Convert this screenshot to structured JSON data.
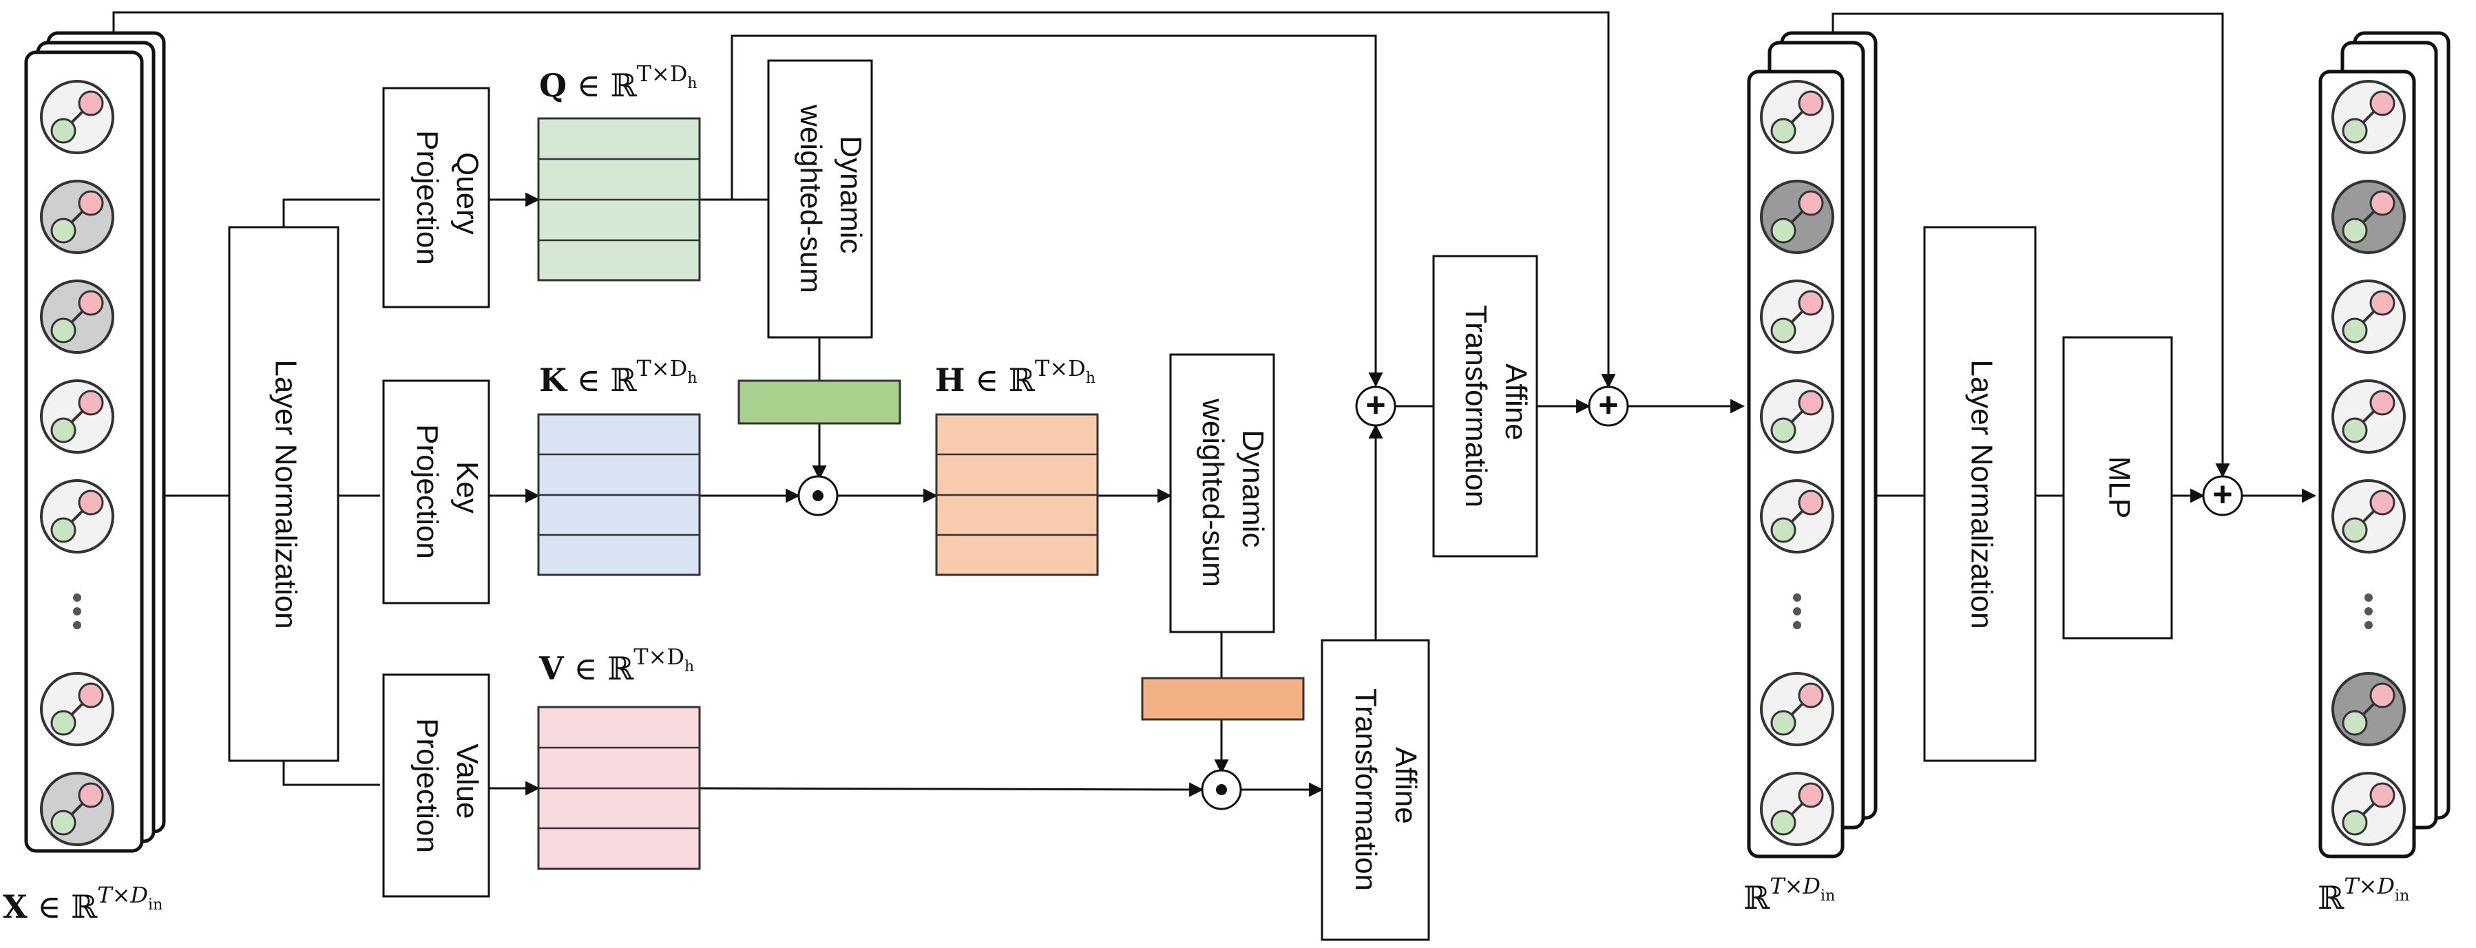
{
  "colors": {
    "query": "#d5e8d4",
    "key": "#dae3f3",
    "value": "#f8dadf",
    "hidden": "#f8cbad",
    "gate_green": "#a9d18e",
    "gate_orange": "#f4b183",
    "token_pink": "#f4b7c0",
    "token_green": "#c9e4c0",
    "token_grey": "#cfcfcf",
    "token_dark": "#9a9a9a"
  },
  "input": {
    "label_main": "X",
    "label_rest": " ∈ ℝ",
    "label_sup": "T×D",
    "label_sub": "in"
  },
  "layer_norm_1": {
    "label": "Layer Normalization"
  },
  "query_projection": {
    "label_1": "Query",
    "label_2": "Projection"
  },
  "key_projection": {
    "label_1": "Key",
    "label_2": "Projection"
  },
  "value_projection": {
    "label_1": "Value",
    "label_2": "Projection"
  },
  "q_matrix": {
    "label_main": "Q",
    "label_rest": " ∈ ℝ",
    "label_sup": "T×D",
    "label_sub": "h"
  },
  "k_matrix": {
    "label_main": "K",
    "label_rest": " ∈ ℝ",
    "label_sup": "T×D",
    "label_sub": "h"
  },
  "v_matrix": {
    "label_main": "V",
    "label_rest": " ∈ ℝ",
    "label_sup": "T×D",
    "label_sub": "h"
  },
  "h_matrix": {
    "label_main": "H",
    "label_rest": " ∈ ℝ",
    "label_sup": "T×D",
    "label_sub": "h"
  },
  "dynamic_sum_1": {
    "label_1": "Dynamic",
    "label_2": "weighted-sum"
  },
  "dynamic_sum_2": {
    "label_1": "Dynamic",
    "label_2": "weighted-sum"
  },
  "affine_1": {
    "label_1": "Affine",
    "label_2": "Transformation"
  },
  "affine_2": {
    "label_1": "Affine",
    "label_2": "Transformation"
  },
  "middle_output": {
    "label_rest": "ℝ",
    "label_sup": "T×D",
    "label_sub": "in"
  },
  "layer_norm_2": {
    "label": "Layer Normalization"
  },
  "mlp": {
    "label": "MLP"
  },
  "final_output": {
    "label_rest": "ℝ",
    "label_sup": "T×D",
    "label_sub": "in"
  },
  "operators": {
    "add": "+",
    "multiply": "⊙"
  }
}
